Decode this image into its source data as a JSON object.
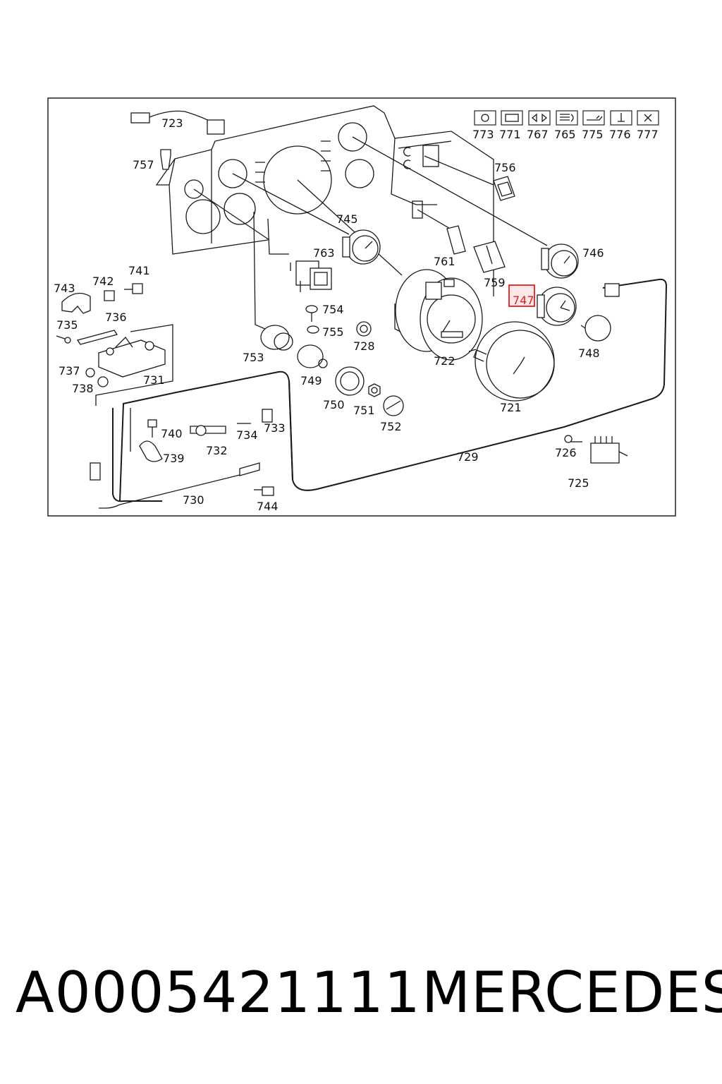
{
  "diagram": {
    "callouts": {
      "c723": "723",
      "c757": "757",
      "c745": "745",
      "c763": "763",
      "c756": "756",
      "c761": "761",
      "c759": "759",
      "c746": "746",
      "c747": "747",
      "c748": "748",
      "c743": "743",
      "c742": "742",
      "c741": "741",
      "c736": "736",
      "c735": "735",
      "c737": "737",
      "c738": "738",
      "c731": "731",
      "c754": "754",
      "c755": "755",
      "c728": "728",
      "c753": "753",
      "c749": "749",
      "c722": "722",
      "c721": "721",
      "c750": "750",
      "c751": "751",
      "c752": "752",
      "c740": "740",
      "c732": "732",
      "c734": "734",
      "c733": "733",
      "c739": "739",
      "c729": "729",
      "c726": "726",
      "c725": "725",
      "c730": "730",
      "c744": "744"
    },
    "indicator_labels": [
      "773",
      "771",
      "767",
      "765",
      "775",
      "776",
      "777"
    ],
    "highlighted_part": "747",
    "highlight_color": "#e02020"
  },
  "footer": {
    "part_number": "A0005421111",
    "brand": "MERCEDES"
  }
}
